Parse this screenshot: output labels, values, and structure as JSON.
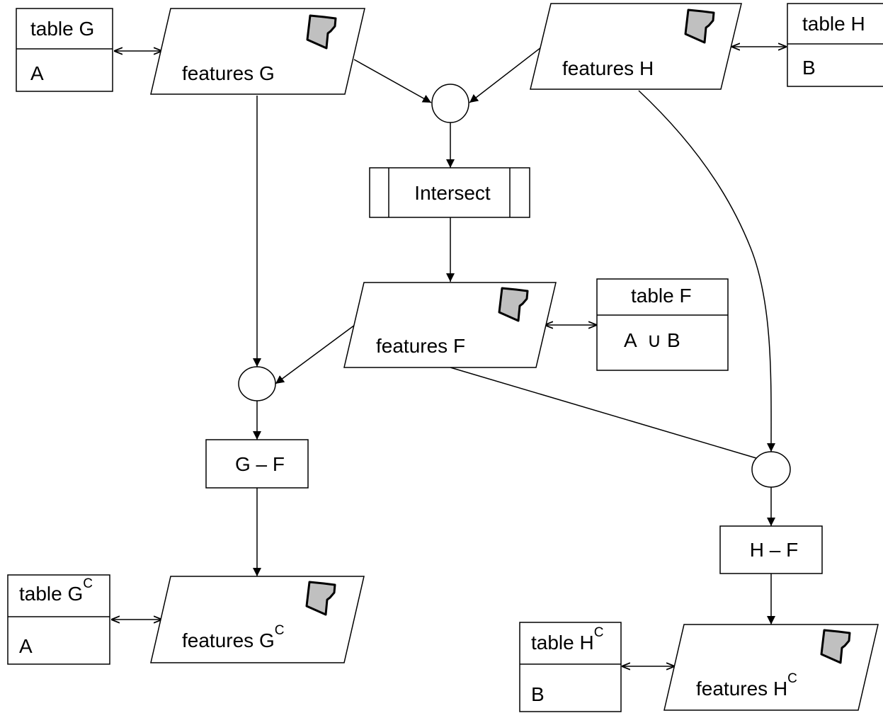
{
  "tables": {
    "g": {
      "header": "table G",
      "sup": "",
      "body": "A"
    },
    "h": {
      "header": "table H",
      "sup": "",
      "body": "B"
    },
    "f": {
      "header": "table F",
      "sup": "",
      "body": "A  ∪ B"
    },
    "gc": {
      "header": "table G",
      "sup": "C",
      "body": "A"
    },
    "hc": {
      "header": "table H",
      "sup": "C",
      "body": "B"
    }
  },
  "features": {
    "g": {
      "label": "features G",
      "sup": ""
    },
    "h": {
      "label": "features H",
      "sup": ""
    },
    "f": {
      "label": "features F",
      "sup": ""
    },
    "gc": {
      "label": "features G",
      "sup": "C"
    },
    "hc": {
      "label": "features H",
      "sup": "C"
    }
  },
  "processes": {
    "intersect": "Intersect",
    "g_minus_f": "G – F",
    "h_minus_f": "H – F"
  },
  "colors": {
    "stroke": "#000000",
    "icon_fill": "#c0c0c0",
    "background": "#ffffff"
  },
  "icons": {
    "feature_layer": "polygon-layer-icon"
  }
}
